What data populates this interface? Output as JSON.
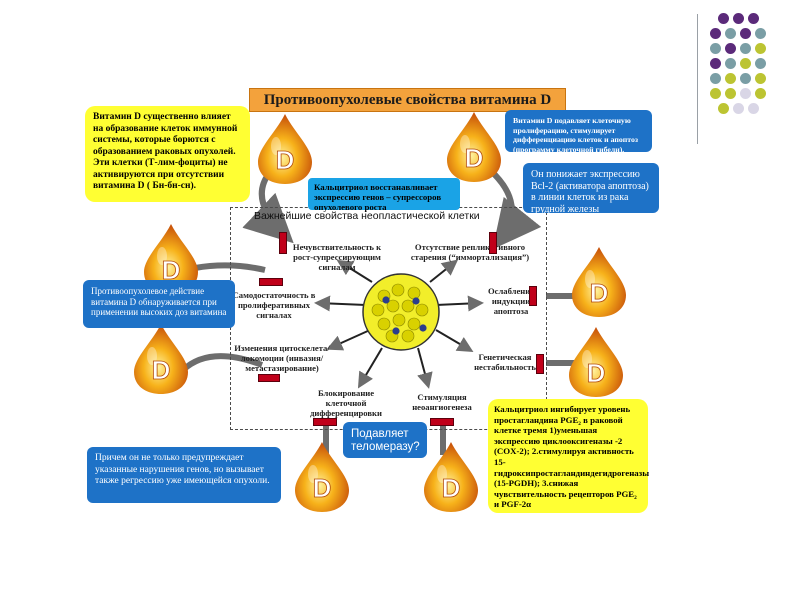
{
  "title": "Противоопухолевые свойства витамина D",
  "drop_letter": "D",
  "frame_title": "Важнейшие свойства неопластической клетки",
  "boxes": {
    "immune": "Витамин D существенно влияет на образование клеток иммунной системы, которые борются с образованием раковых опухолей. Эти клетки (Т-лим-фоциты) не активируются при отсутствии витамина D ( Бн-бн-сн).",
    "proliferation": "Витамин D подавляет клеточную пролиферацию, стимулирует дифференциацию клеток и апоптоз (программу клеточной гибели).",
    "calcitriol_genes": "Кальцитриол восстанавливает экспрессию генов – супрессоров опухолевого роста",
    "bcl2": "Он понижает экспрессию Bcl-2 (активатора апоптоза) в линии клеток из рака грудной железы",
    "high_doses": "Противоопухолевое действие витамина D обнаруживается при применении высоких доз витамина",
    "telomerase": "Подавляет теломеразу?",
    "prevents": "Причем он не только предупреждает указанные нарушения генов, но вызывает также регрессию уже имеющейся опухоли.",
    "pge2": "Кальцитриол ингибирует уровень простагландина PGE₂ в раковой клетке тремя 1)уменьшая экспрессию циклооксигеназы -2 (COX-2); 2.стимулируя активность 15-гидроксипростагландиндегидрогеназы (15-PGDH); 3.снижая чувствительность рецепторов PGE₂ и PGF-2α"
  },
  "labels": {
    "insensitivity": "Нечувствительность к рост-супрессирующим сигналам",
    "no_senescence": "Отсутствие репликативного старения (“иммортализация”)",
    "self_sufficiency": "Самодостаточность в пролиферативных сигналах",
    "apoptosis": "Ослабление индукции апоптоза",
    "invasion": "Изменения цитоскелета/локомоции (инвазия/метастазирование)",
    "instability": "Генетическая нестабильность",
    "block_diff": "Блокирование клеточной дифференцировки",
    "angiogenesis": "Стимуляция неоангиогенеза"
  },
  "colors": {
    "title_bg": "#f3a23c",
    "yellow_box": "#ffff33",
    "blue_box": "#1e72c7",
    "cyan_box": "#1aa3e6",
    "inhibitor_bar": "#c0001a",
    "dots": [
      "#5b2a7a",
      "#7a9ea5",
      "#bcc432",
      "#d9d6e6"
    ]
  }
}
